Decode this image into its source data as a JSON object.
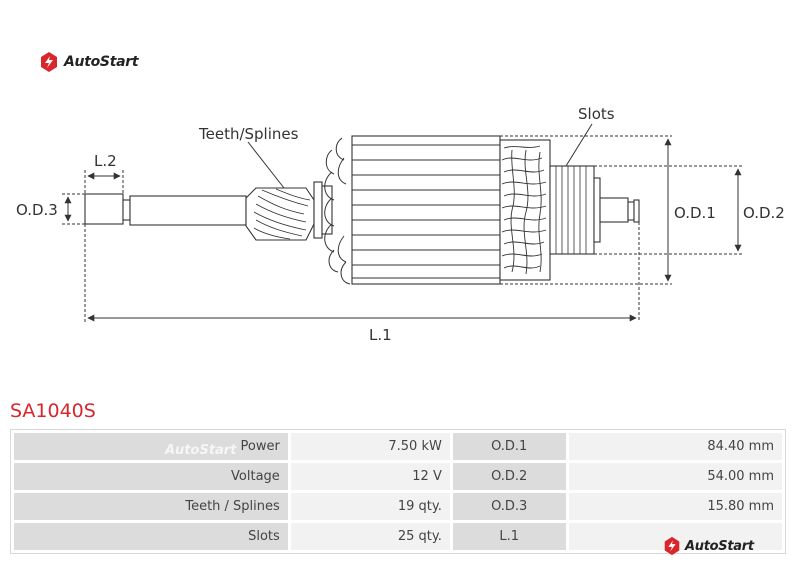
{
  "brand": {
    "name": "AutoStart",
    "accent": "#d9262c"
  },
  "diagram": {
    "labels": {
      "teeth": "Teeth/Splines",
      "slots": "Slots",
      "l2": "L.2",
      "od3": "O.D.3",
      "od1": "O.D.1",
      "od2": "O.D.2",
      "l1": "L.1"
    }
  },
  "model": "SA1040S",
  "specs": [
    {
      "label": "Power",
      "value": "7.50 kW",
      "label2": "O.D.1",
      "value2": "84.40 mm"
    },
    {
      "label": "Voltage",
      "value": "12 V",
      "label2": "O.D.2",
      "value2": "54.00 mm"
    },
    {
      "label": "Teeth / Splines",
      "value": "19 qty.",
      "label2": "O.D.3",
      "value2": "15.80 mm"
    },
    {
      "label": "Slots",
      "value": "25 qty.",
      "label2": "L.1",
      "value2": ""
    }
  ]
}
